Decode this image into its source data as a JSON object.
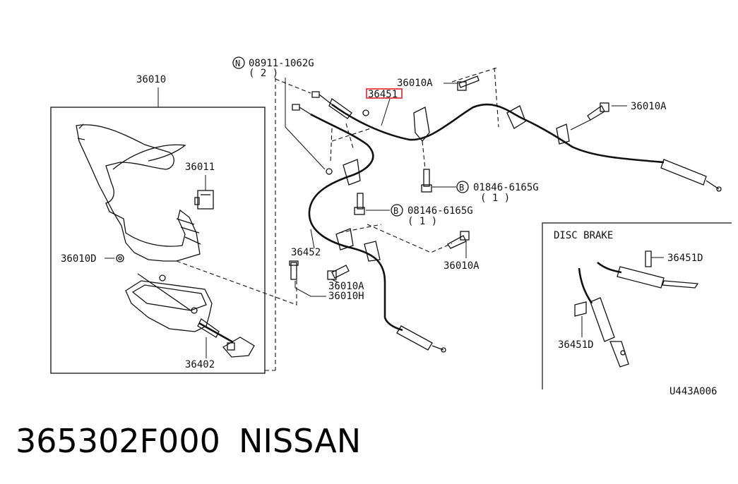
{
  "labels": {
    "p36010": "36010",
    "p36011": "36011",
    "p36010D": "36010D",
    "p36402": "36402",
    "p08911": "08911-1062G",
    "p08911_qty": "( 2 )",
    "p36010A_top": "36010A",
    "p36451_top": "36451",
    "p36010A_right": "36010A",
    "p01846": "01846-6165G",
    "p01846_qty": "( 1 )",
    "p08146": "08146-6165G",
    "p08146_qty": "( 1 )",
    "p36452": "36452",
    "p36010A_mid": "36010A",
    "p36010A_low": "36010A",
    "p36010H": "36010H",
    "disc_title": "DISC BRAKE",
    "p36451D_a": "36451D",
    "p36451D_b": "36451D",
    "ref_code": "U443A006",
    "sym_N": "N",
    "sym_B1": "B",
    "sym_B2": "B"
  },
  "highlight_color": "#e8202a",
  "footer": {
    "part_number": "365302F000",
    "brand": "NISSAN"
  }
}
